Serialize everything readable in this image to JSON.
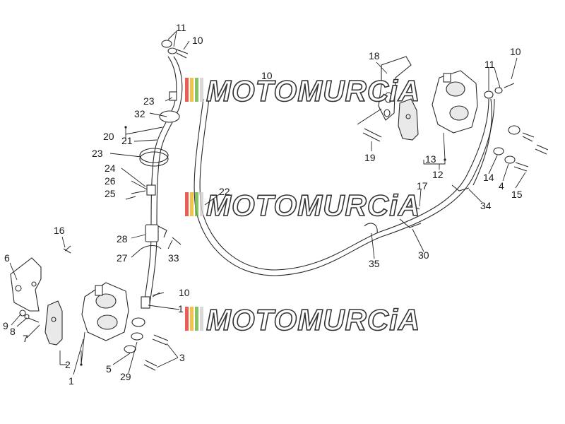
{
  "watermark": {
    "text": "MOTOMURCiA",
    "stripe_colors": [
      "#e8332a",
      "#f2b01e",
      "#6cb33f",
      "#cfcfcf"
    ]
  },
  "labels": {
    "l1": "1",
    "l2": "2",
    "l3": "3",
    "l4": "4",
    "l5": "5",
    "l6": "6",
    "l7": "7",
    "l8": "8",
    "l9": "9",
    "l10a": "10",
    "l10b": "10",
    "l10c": "10",
    "l10d": "10",
    "l11a": "11",
    "l11b": "11",
    "l12": "12",
    "l13": "13",
    "l14": "14",
    "l15": "15",
    "l16": "16",
    "l17": "17",
    "l18": "18",
    "l19": "19",
    "l20": "20",
    "l21": "21",
    "l22": "22",
    "l23a": "23",
    "l23b": "23",
    "l24": "24",
    "l25": "25",
    "l26": "26",
    "l27": "27",
    "l28": "28",
    "l29": "29",
    "l30": "30",
    "l32": "32",
    "l33": "33",
    "l34": "34",
    "l35": "35"
  }
}
